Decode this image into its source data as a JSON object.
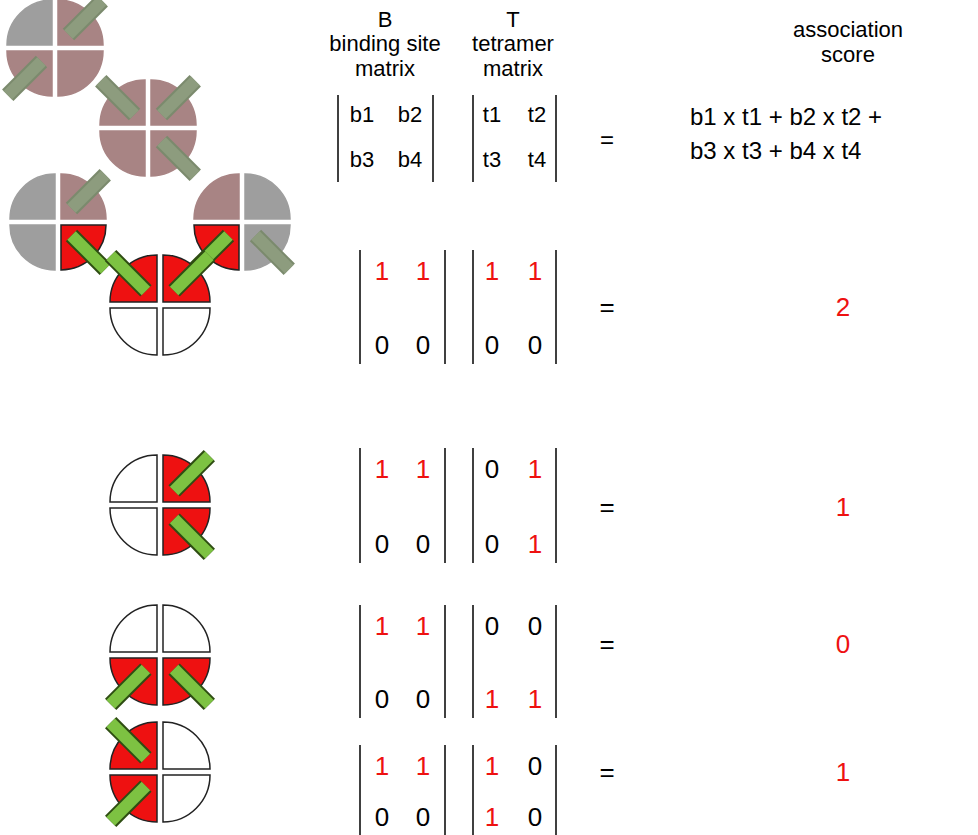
{
  "diagram": {
    "labels": [
      "B",
      "binding site matrix",
      "T",
      "tetramer matrix",
      "association score",
      "b1",
      "b2",
      "b3",
      "b4",
      "t1",
      "t2",
      "t3",
      "t4",
      "=",
      "b1 x t1 + b2 x t2 + b3 x t3 + b4 x t4",
      "1",
      "1",
      "0",
      "0",
      "1",
      "1",
      "0",
      "0",
      "=",
      "2",
      "1",
      "1",
      "0",
      "0",
      "0",
      "1",
      "0",
      "1",
      "=",
      "1",
      "1",
      "1",
      "0",
      "0",
      "0",
      "0",
      "1",
      "1",
      "=",
      "0",
      "1",
      "1",
      "0",
      "0",
      "1",
      "0",
      "1",
      "0",
      "=",
      "1"
    ]
  }
}
